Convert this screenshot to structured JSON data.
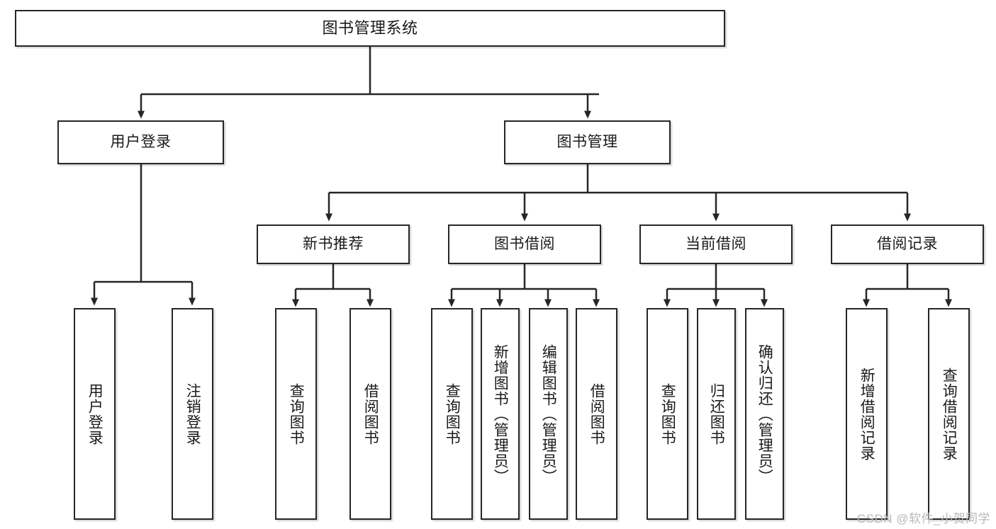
{
  "diagram": {
    "title": "图书管理系统",
    "type": "tree",
    "watermark": "CSDN @软件_小贺同学",
    "style": {
      "box_border_color": "#262626",
      "box_fill_color": "#ffffff",
      "line_color": "#262626",
      "text_color": "#1a1a1a",
      "watermark_color": "#b9b9b9"
    },
    "nodes": {
      "root": {
        "label": "图书管理系统",
        "level": 1
      },
      "l2": [
        {
          "id": "user_login",
          "label": "用户登录",
          "level": 2
        },
        {
          "id": "book_mgmt",
          "label": "图书管理",
          "level": 2
        }
      ],
      "l3": [
        {
          "id": "new_book_rec",
          "label": "新书推荐",
          "level": 3,
          "parent": "book_mgmt"
        },
        {
          "id": "book_borrow",
          "label": "图书借阅",
          "level": 3,
          "parent": "book_mgmt"
        },
        {
          "id": "current_borrow",
          "label": "当前借阅",
          "level": 3,
          "parent": "book_mgmt"
        },
        {
          "id": "borrow_record",
          "label": "借阅记录",
          "level": 3,
          "parent": "book_mgmt"
        }
      ],
      "leaves": [
        {
          "id": "leaf_user_login",
          "label": "用户登录",
          "parent": "user_login"
        },
        {
          "id": "leaf_logout",
          "label": "注销登录",
          "parent": "user_login"
        },
        {
          "id": "leaf_query_book_1",
          "label": "查询图书",
          "parent": "new_book_rec"
        },
        {
          "id": "leaf_borrow_book_1",
          "label": "借阅图书",
          "parent": "new_book_rec"
        },
        {
          "id": "leaf_query_book_2",
          "label": "查询图书",
          "parent": "book_borrow"
        },
        {
          "id": "leaf_add_book",
          "label": "新增图书（管理员）",
          "parent": "book_borrow"
        },
        {
          "id": "leaf_edit_book",
          "label": "编辑图书（管理员）",
          "parent": "book_borrow"
        },
        {
          "id": "leaf_borrow_book_2",
          "label": "借阅图书",
          "parent": "book_borrow"
        },
        {
          "id": "leaf_query_book_3",
          "label": "查询图书",
          "parent": "current_borrow"
        },
        {
          "id": "leaf_return_book",
          "label": "归还图书",
          "parent": "current_borrow"
        },
        {
          "id": "leaf_confirm_return",
          "label": "确认归还（管理员）",
          "parent": "current_borrow"
        },
        {
          "id": "leaf_add_record",
          "label": "新增借阅记录",
          "parent": "borrow_record"
        },
        {
          "id": "leaf_query_record",
          "label": "查询借阅记录",
          "parent": "borrow_record"
        }
      ]
    }
  }
}
